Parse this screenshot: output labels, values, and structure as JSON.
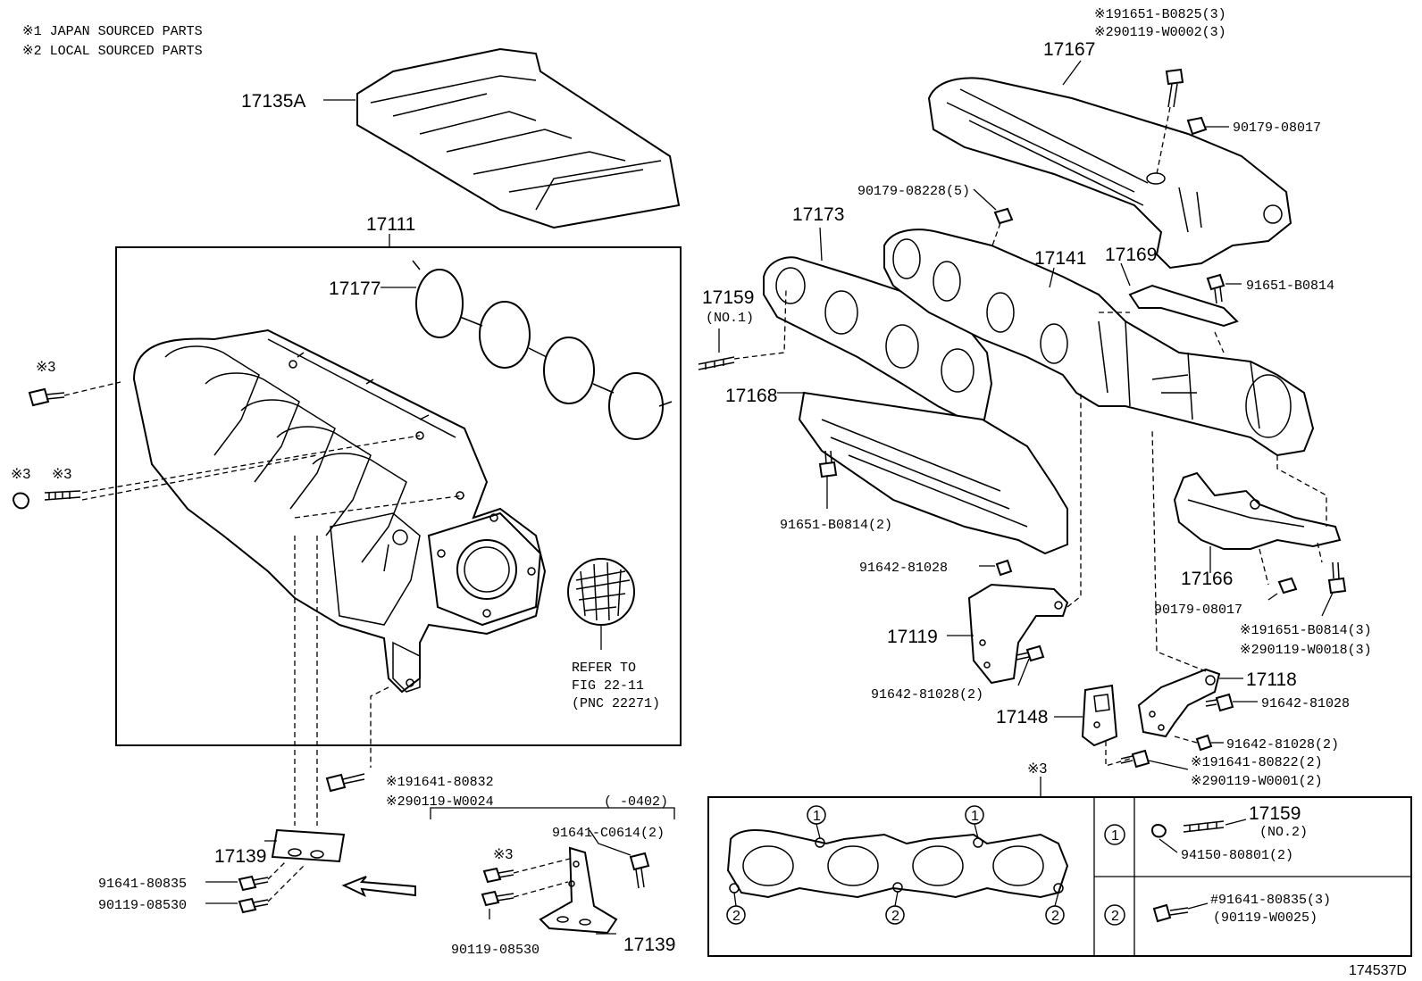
{
  "notes": {
    "note1": "※1 JAPAN SOURCED PARTS",
    "note2": "※2 LOCAL SOURCED PARTS"
  },
  "figure_id": "174537D",
  "labels": {
    "p17135A": "17135A",
    "p17111": "17111",
    "p17177": "17177",
    "mark3a": "※3",
    "mark3b": "※3",
    "mark3c": "※3",
    "refer1": "REFER TO",
    "refer2": "FIG 22-11",
    "refer3": "(PNC 22271)",
    "b1_a": "※191641-80832",
    "b1_b": "※290119-W0024",
    "p17139a": "17139",
    "b91641_80835": "91641-80835",
    "b90119_08530a": "90119-08530",
    "range": "(    -0402)",
    "b91641_c0614": "91641-C0614(2)",
    "mark3d": "※3",
    "b90119_08530b": "90119-08530",
    "p17139b": "17139",
    "top_b1": "※191651-B0825(3)",
    "top_b2": "※290119-W0002(3)",
    "p17167": "17167",
    "n90179_08017a": "90179-08017",
    "n90179_08228": "90179-08228(5)",
    "p17173": "17173",
    "p17141": "17141",
    "p17169": "17169",
    "b91651_b0814": "91651-B0814",
    "p17159a": "17159",
    "no1": "(NO.1)",
    "p17168": "17168",
    "b91651_b0814_2": "91651-B0814(2)",
    "b91642_81028a": "91642-81028",
    "p17166": "17166",
    "n90179_08017b": "90179-08017",
    "r_b1": "※191651-B0814(3)",
    "r_b2": "※290119-W0018(3)",
    "p17119": "17119",
    "b91642_81028_2a": "91642-81028(2)",
    "p17118": "17118",
    "b91642_81028b": "91642-81028",
    "p17148": "17148",
    "b91642_81028_2b": "91642-81028(2)",
    "lr_b1": "※191641-80822(2)",
    "lr_b2": "※290119-W0001(2)",
    "mark3e": "※3",
    "c1a": "1",
    "c1b": "1",
    "c2a": "2",
    "c2b": "2",
    "c2c": "2",
    "k1": "1",
    "k2": "2",
    "p17159b": "17159",
    "no2": "(NO.2)",
    "n94150": "94150-80801(2)",
    "k2_a": "#91641-80835(3)",
    "k2_b": "(90119-W0025)"
  }
}
